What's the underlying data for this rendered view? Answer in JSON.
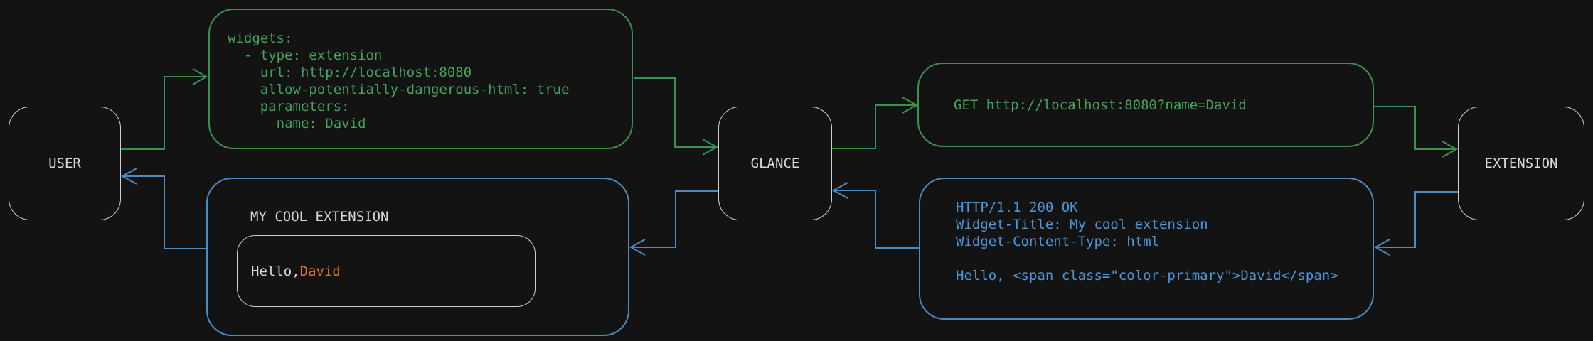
{
  "colors": {
    "background": "#131313",
    "green_text": "#43a55c",
    "green_stroke": "#3a9150",
    "blue_text": "#4a98d9",
    "blue_stroke": "#4c8bc2",
    "node_border": "#cfcfcf",
    "text_light": "#d9d9d9",
    "orange": "#e5702d"
  },
  "nodes": {
    "user": {
      "label": "USER"
    },
    "glance": {
      "label": "GLANCE"
    },
    "extension": {
      "label": "EXTENSION"
    }
  },
  "messages": {
    "config_yaml": "widgets:\n  - type: extension\n    url: http://localhost:8080\n    allow-potentially-dangerous-html: true\n    parameters:\n      name: David",
    "request_line": "GET http://localhost:8080?name=David",
    "response_http": "HTTP/1.1 200 OK\nWidget-Title: My cool extension\nWidget-Content-Type: html\n\nHello, <span class=\"color-primary\">David</span>"
  },
  "widget": {
    "title": "MY COOL EXTENSION",
    "greeting_prefix": "Hello, ",
    "greeting_name": "David"
  }
}
